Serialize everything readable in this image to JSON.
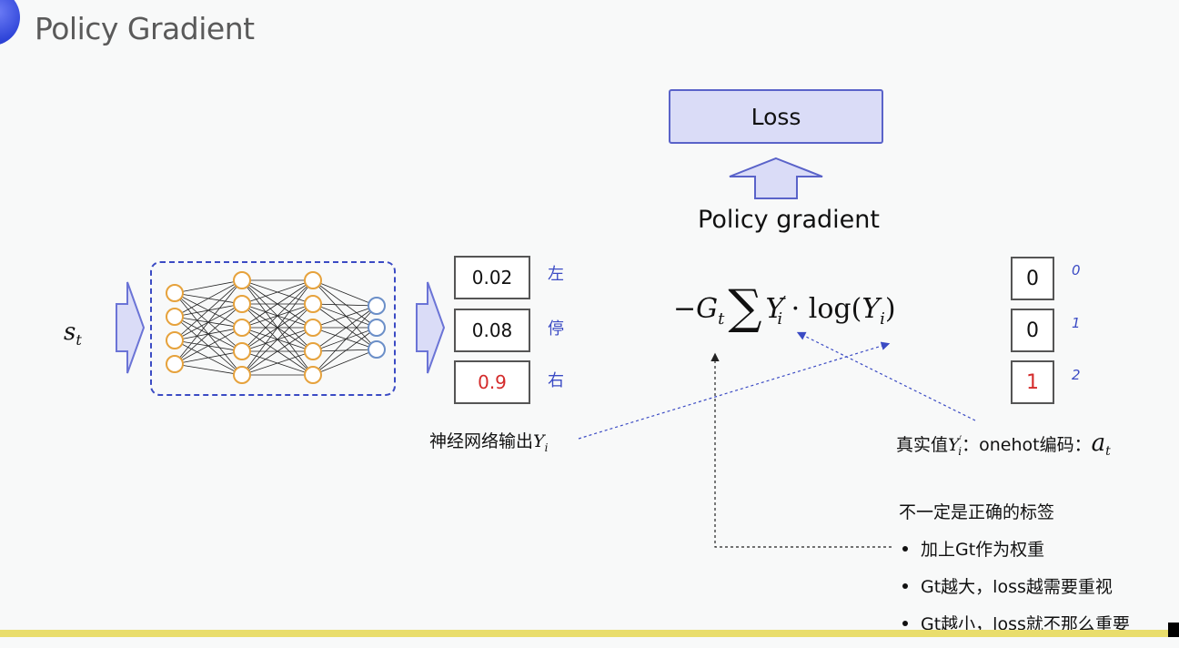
{
  "slide": {
    "title": "Policy Gradient"
  },
  "diagram": {
    "loss_label": "Loss",
    "policy_gradient_label": "Policy gradient",
    "state_symbol": "s",
    "state_subscript": "t",
    "network_output_label": "神经网络输出",
    "network_output_symbol": "Y",
    "network_output_subscript": "i",
    "probabilities": [
      {
        "value": "0.02",
        "action": "左",
        "highlight": false
      },
      {
        "value": "0.08",
        "action": "停",
        "highlight": false
      },
      {
        "value": "0.9",
        "action": "右",
        "highlight": true
      }
    ],
    "onehot": [
      {
        "value": "0",
        "index": "0",
        "highlight": false
      },
      {
        "value": "0",
        "index": "1",
        "highlight": false
      },
      {
        "value": "1",
        "index": "2",
        "highlight": true
      }
    ],
    "formula": {
      "neg_g": "−G",
      "g_sub": "t",
      "sigma": "∑",
      "y_prime": "Y",
      "y_prime_sup": "′",
      "y_prime_sub": "i",
      "dot_log": " · log(",
      "y": "Y",
      "y_sub": "i",
      "close": ")"
    },
    "true_value_label": {
      "prefix": "真实值",
      "symbol": "Y",
      "sup": "′",
      "sub": "i",
      "middle": "：onehot编码：",
      "a": "a",
      "a_sub": "t"
    },
    "notes": {
      "header": "不一定是正确的标签",
      "bullets": [
        "加上Gt作为权重",
        "Gt越大，loss越需要重视",
        "Gt越小，loss就不那么重要"
      ]
    },
    "colors": {
      "accent_blue": "#3b4bc4",
      "highlight_red": "#d42b2b",
      "node_orange": "#e6a23c",
      "node_blue": "#6b8fc8"
    }
  }
}
